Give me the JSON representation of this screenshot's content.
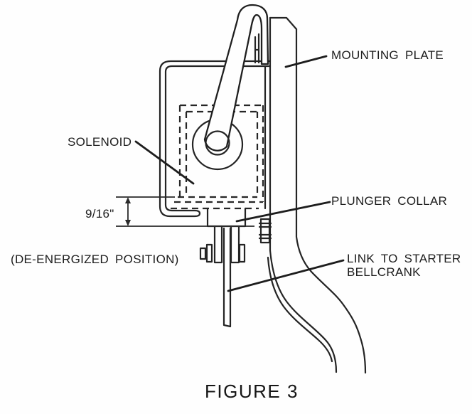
{
  "figure": {
    "caption": "FIGURE 3",
    "labels": {
      "mounting_plate": "MOUNTING PLATE",
      "solenoid": "SOLENOID",
      "plunger_collar": "PLUNGER COLLAR",
      "link_to_starter_line1": "LINK TO STARTER",
      "link_to_starter_line2": "BELLCRANK",
      "dimension": "9/16\"",
      "position_note": "(DE-ENERGIZED POSITION)"
    },
    "colors": {
      "ink": "#242424",
      "paper": "#fefefe",
      "text": "#1c1c1c"
    }
  }
}
